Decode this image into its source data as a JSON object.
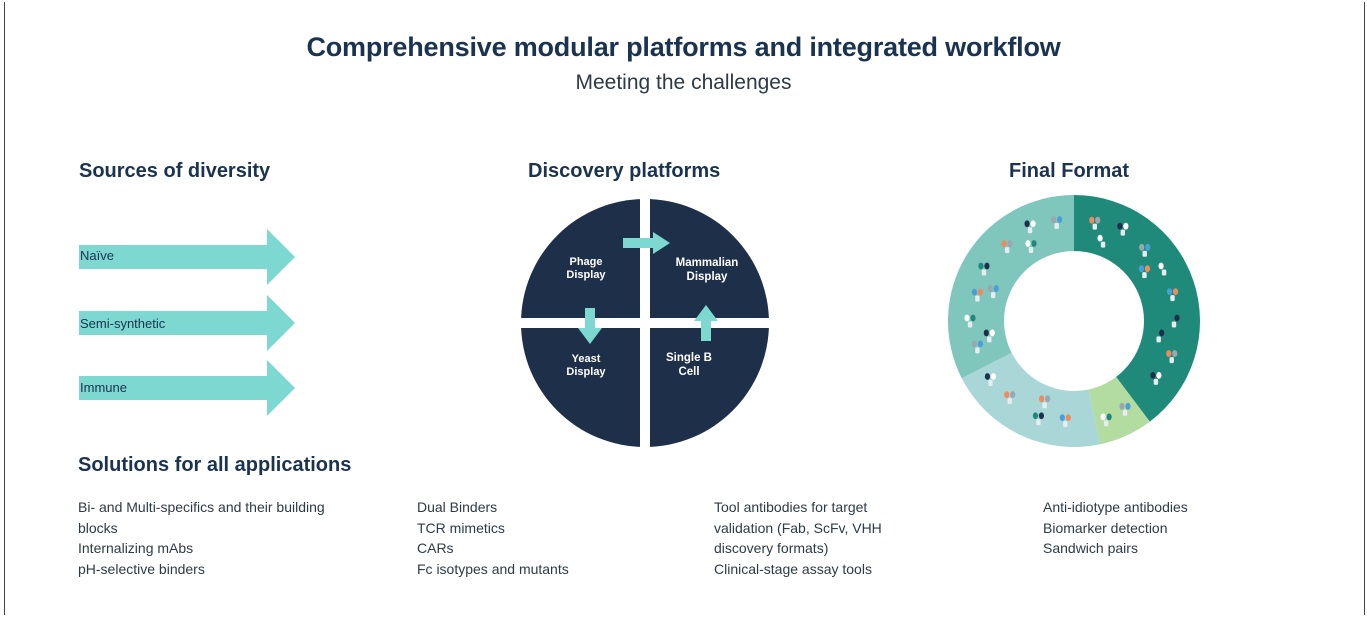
{
  "header": {
    "title": "Comprehensive modular platforms and integrated workflow",
    "subtitle": "Meeting the challenges"
  },
  "sources": {
    "heading": "Sources of diversity",
    "arrows": [
      {
        "label": "Naïve"
      },
      {
        "label": "Semi-synthetic"
      },
      {
        "label": "Immune"
      }
    ],
    "arrow_color": "#7dd8d2"
  },
  "discovery": {
    "heading": "Discovery platforms",
    "quadrants": [
      {
        "line1": "Phage",
        "line2": "Display"
      },
      {
        "line1": "Mammalian",
        "line2": "Display"
      },
      {
        "line1": "Yeast",
        "line2": "Display"
      },
      {
        "line1": "Single B",
        "line2": "Cell"
      }
    ],
    "circle_color": "#1e3049",
    "arrow_color": "#7dd8d2"
  },
  "final_format": {
    "heading": "Final Format",
    "colors": {
      "teal_dark": "#1f8a7a",
      "teal_light": "#7fc6bc",
      "light_blue": "#a9d7d8",
      "light_green": "#b2dca0"
    }
  },
  "solutions": {
    "heading": "Solutions for all applications",
    "columns": [
      [
        "Bi- and Multi-specifics and their building",
        "blocks",
        "Internalizing mAbs",
        "pH-selective binders"
      ],
      [
        "Dual Binders",
        "TCR mimetics",
        "CARs",
        "Fc isotypes and mutants"
      ],
      [
        "Tool antibodies for target",
        "validation (Fab, ScFv, VHH",
        "discovery formats)",
        "Clinical-stage assay tools"
      ],
      [
        "Anti-idiotype antibodies",
        "Biomarker detection",
        "Sandwich pairs"
      ]
    ]
  }
}
